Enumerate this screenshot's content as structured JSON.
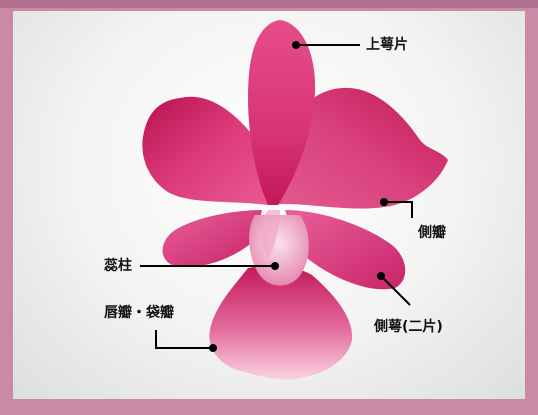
{
  "labels": {
    "dorsal_sepal": "上萼片",
    "lateral_petal": "側瓣",
    "column": "蕊柱",
    "lateral_sepal": "側萼(二片)",
    "lip": "唇瓣・袋瓣"
  },
  "colors": {
    "frame": "#c98aa6",
    "petal_dark": "#c2185b",
    "petal_mid": "#e0528a",
    "petal_light": "#f7c6da",
    "leader_line": "#000000"
  }
}
